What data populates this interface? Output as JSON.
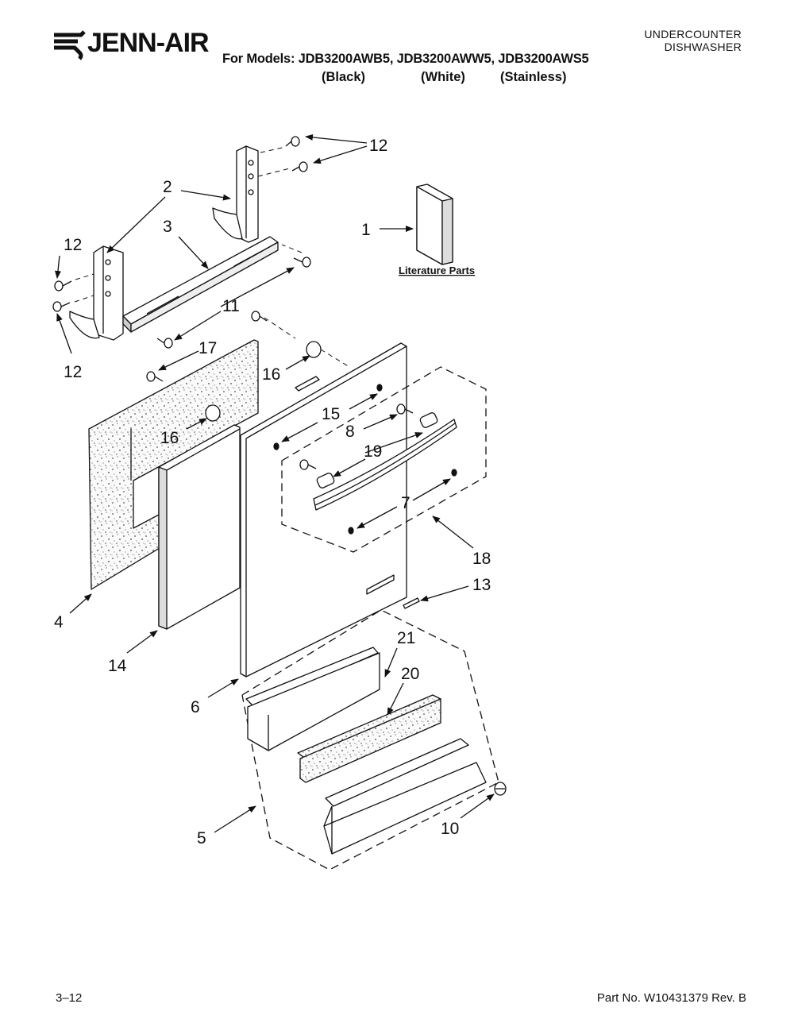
{
  "brand": {
    "name": "JENN-AIR"
  },
  "product": {
    "line1": "UNDERCOUNTER",
    "line2": "DISHWASHER"
  },
  "models": {
    "heading": "For Models: JDB3200AWB5, JDB3200AWW5, JDB3200AWS5",
    "variants": [
      "(Black)",
      "(White)",
      "(Stainless)"
    ]
  },
  "diagram": {
    "literature_label": "Literature Parts",
    "callouts": [
      "12",
      "2",
      "1",
      "3",
      "12",
      "11",
      "12",
      "17",
      "16",
      "15",
      "16",
      "8",
      "19",
      "7",
      "18",
      "13",
      "4",
      "14",
      "21",
      "20",
      "6",
      "10",
      "5"
    ]
  },
  "footer": {
    "page": "3–12",
    "part_no": "Part No. W10431379 Rev. B"
  }
}
